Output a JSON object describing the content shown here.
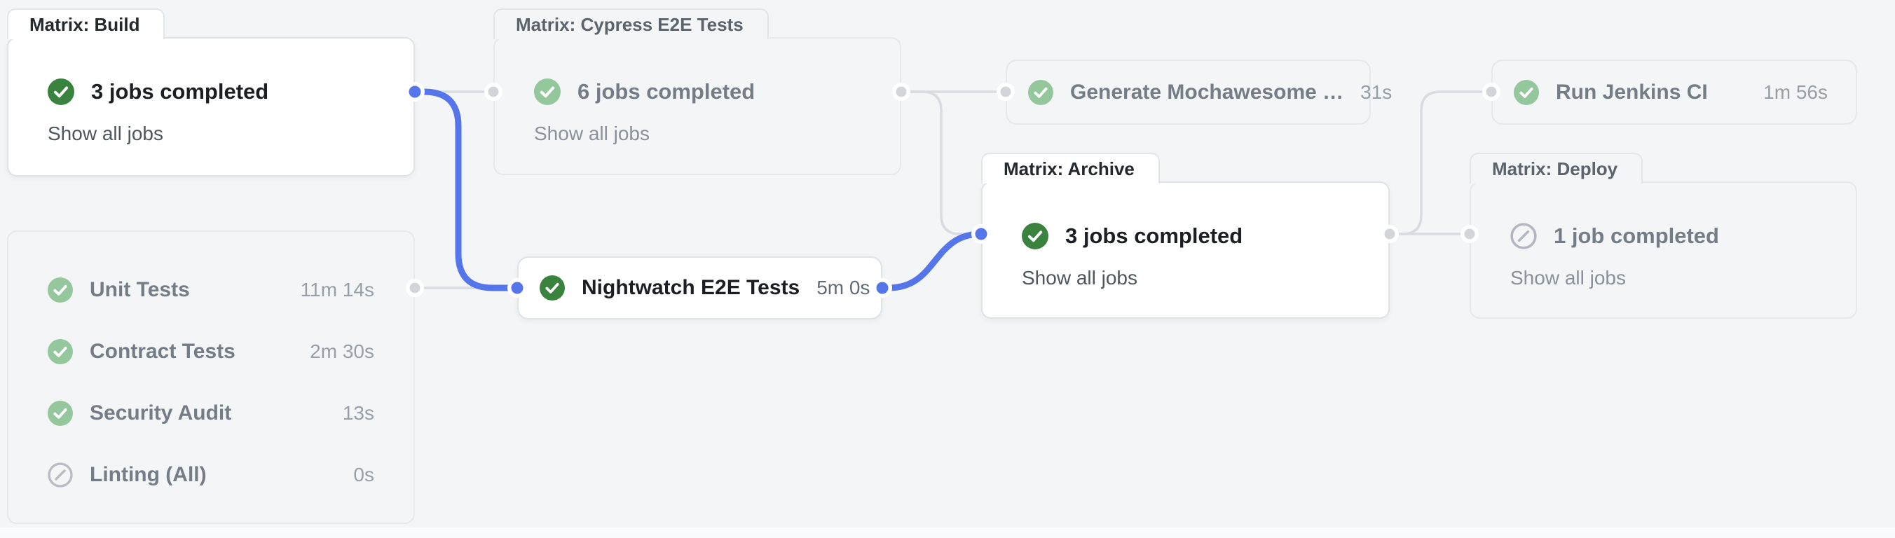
{
  "colors": {
    "accent_blue": "#5575eb",
    "success_green": "#3a833f",
    "success_green_dimmed": "#94c89c",
    "skipped_gray": "#b2b7bf",
    "edge_gray": "#d8dbe0",
    "card_background": "#ffffff",
    "page_background": "#f4f5f7"
  },
  "graph": {
    "build": {
      "tab": "Matrix: Build",
      "title": "3 jobs completed",
      "link": "Show all jobs",
      "status": "success"
    },
    "cypress": {
      "tab": "Matrix: Cypress E2E Tests",
      "title": "6 jobs completed",
      "link": "Show all jobs",
      "status": "success"
    },
    "mochawesome": {
      "name": "Generate Mochawesome …",
      "duration": "31s",
      "status": "success"
    },
    "jenkins": {
      "name": "Run Jenkins CI",
      "duration": "1m 56s",
      "status": "success"
    },
    "archive": {
      "tab": "Matrix: Archive",
      "title": "3 jobs completed",
      "link": "Show all jobs",
      "status": "success"
    },
    "deploy": {
      "tab": "Matrix: Deploy",
      "title": "1 job completed",
      "link": "Show all jobs",
      "status": "skipped"
    },
    "nightwatch": {
      "name": "Nightwatch E2E Tests",
      "duration": "5m 0s",
      "status": "success"
    },
    "test_group": {
      "jobs": [
        {
          "name": "Unit Tests",
          "duration": "11m 14s",
          "status": "success"
        },
        {
          "name": "Contract Tests",
          "duration": "2m 30s",
          "status": "success"
        },
        {
          "name": "Security Audit",
          "duration": "13s",
          "status": "success"
        },
        {
          "name": "Linting (All)",
          "duration": "0s",
          "status": "skipped"
        }
      ]
    }
  }
}
